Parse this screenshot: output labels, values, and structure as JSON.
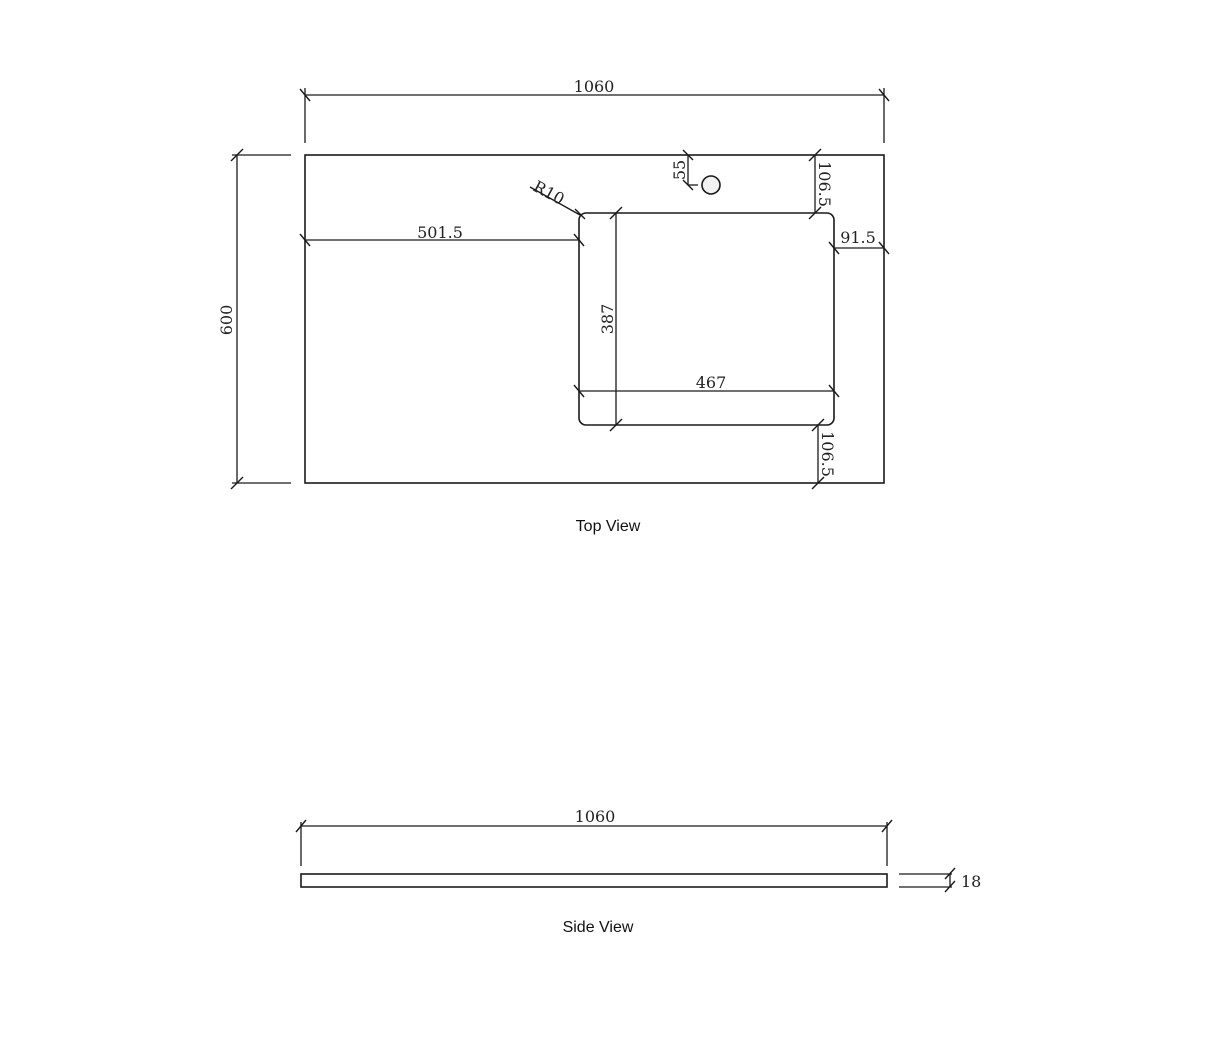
{
  "drawing": {
    "top_view": {
      "caption": "Top View",
      "dimensions": {
        "overall_width": "1060",
        "overall_depth": "600",
        "left_offset": "501.5",
        "right_offset": "91.5",
        "top_offset": "106.5",
        "bottom_offset": "106.5",
        "basin_width": "467",
        "basin_depth": "387",
        "tap_hole_offset": "55",
        "corner_radius": "R10"
      }
    },
    "side_view": {
      "caption": "Side View",
      "dimensions": {
        "overall_width": "1060",
        "thickness": "18"
      }
    }
  }
}
